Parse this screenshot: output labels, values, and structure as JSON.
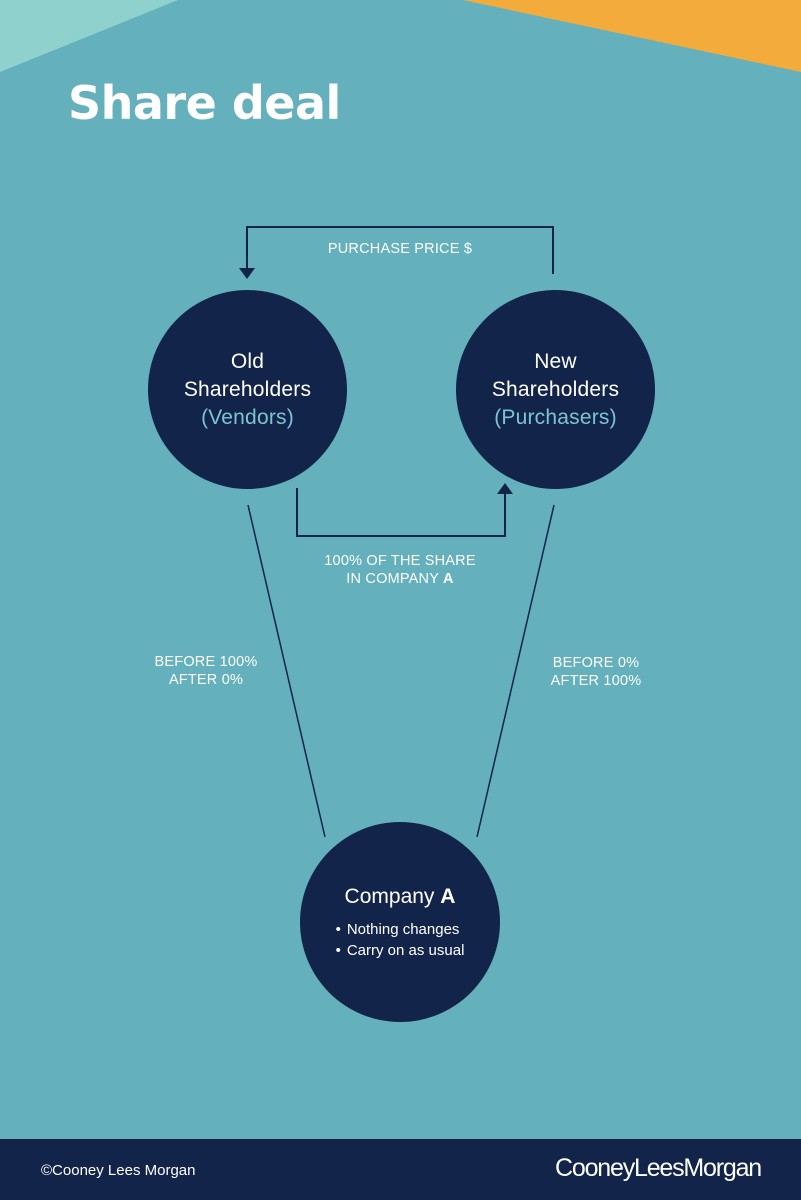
{
  "title": "Share deal",
  "old_shareholders": {
    "line1": "Old",
    "line2": "Shareholders",
    "role": "(Vendors)"
  },
  "new_shareholders": {
    "line1": "New",
    "line2": "Shareholders",
    "role": "(Purchasers)"
  },
  "company": {
    "name": "Company",
    "letter": "A",
    "bullets": [
      "Nothing changes",
      "Carry on as usual"
    ]
  },
  "flows": {
    "purchase_price": "PURCHASE PRICE $",
    "share_line1": "100% OF THE SHARE",
    "share_line2_prefix": "IN COMPANY ",
    "share_line2_letter": "A"
  },
  "ownership": {
    "old_before": "BEFORE 100%",
    "old_after": "AFTER 0%",
    "new_before": "BEFORE 0%",
    "new_after": "AFTER 100%"
  },
  "footer": {
    "copyright": "©Cooney Lees Morgan",
    "logo": "CooneyLeesMorgan"
  },
  "colors": {
    "background": "#64b0bc",
    "navy": "#13244b",
    "accent_light": "#7cc5cf",
    "corner_teal": "#8ed1cd",
    "corner_orange": "#f3ab3c"
  }
}
